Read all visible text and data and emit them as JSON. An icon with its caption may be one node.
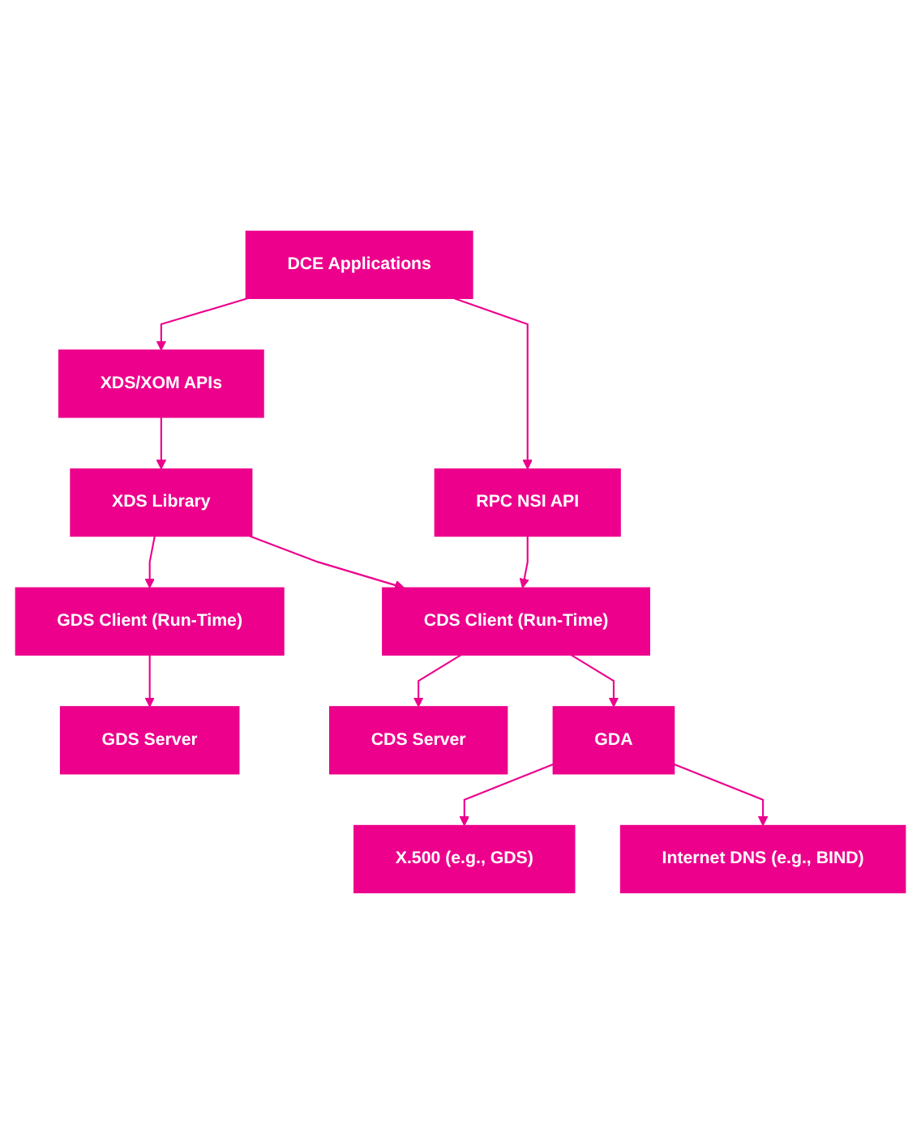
{
  "diagram": {
    "nodes": [
      {
        "text": [
          "DCE Applications"
        ]
      },
      {
        "text": [
          "XDS/XOM APIs"
        ]
      },
      {
        "text": [
          "RPC NSI API"
        ]
      },
      {
        "text": [
          "XDS Library"
        ]
      },
      {
        "text": [
          "GDS Client (Run-Time)"
        ]
      },
      {
        "text": [
          "CDS Client (Run-Time)"
        ]
      },
      {
        "text": [
          "GDS Server"
        ]
      },
      {
        "text": [
          "CDS Server"
        ]
      },
      {
        "text": [
          "GDA"
        ]
      },
      {
        "text": [
          "X.500 (e.g., GDS)"
        ]
      },
      {
        "text": [
          "Internet DNS (e.g., BIND)"
        ]
      }
    ],
    "edges": [
      {
        "from": 0,
        "to": 1,
        "arrow": "to"
      },
      {
        "from": 0,
        "to": 2,
        "arrow": "to"
      },
      {
        "from": 1,
        "to": 3,
        "arrow": "to"
      },
      {
        "from": 3,
        "to": 4,
        "arrow": "to"
      },
      {
        "from": 3,
        "to": 5,
        "arrow": "to"
      },
      {
        "from": 2,
        "to": 5,
        "arrow": "to"
      },
      {
        "from": 4,
        "to": 6,
        "arrow": "to"
      },
      {
        "from": 5,
        "to": 7,
        "arrow": "to"
      },
      {
        "from": 5,
        "to": 8,
        "arrow": "to"
      },
      {
        "from": 8,
        "to": 9,
        "arrow": "to"
      },
      {
        "from": 8,
        "to": 10,
        "arrow": "to"
      }
    ]
  }
}
